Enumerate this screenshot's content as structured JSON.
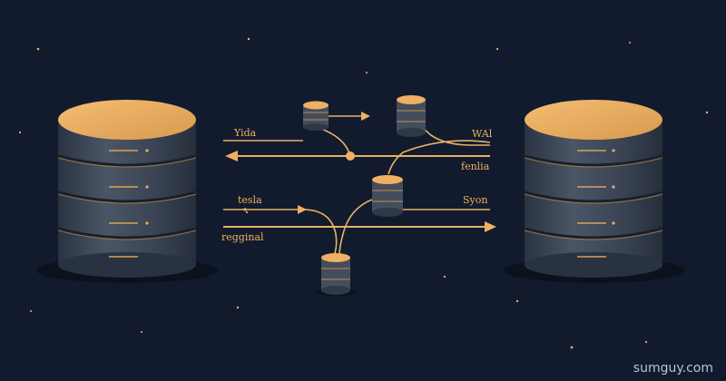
{
  "diagram": {
    "labels": {
      "yida": "Yida",
      "wal": "WAl",
      "fenlia": "fenlia",
      "tesla": "tesla",
      "syon": "Syon",
      "regginal": "regginal"
    },
    "watermark": "sumguy.com"
  },
  "colors": {
    "background": "#111b2d",
    "accent": "#f0b061",
    "db_body": "#404a5a",
    "db_dark": "#283240",
    "watermark": "#b9c2d0"
  }
}
